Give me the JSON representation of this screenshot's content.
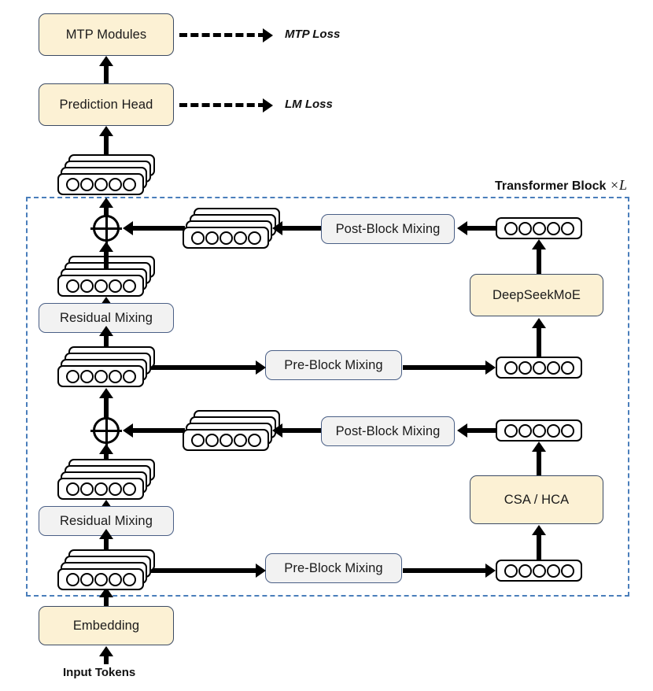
{
  "diagram": {
    "title_label": "Transformer Block",
    "title_multiplier": "×",
    "title_layers": "L",
    "input_label": "Input Tokens"
  },
  "boxes": {
    "mtp_modules": "MTP Modules",
    "prediction_head": "Prediction Head",
    "residual_mixing_upper": "Residual Mixing",
    "residual_mixing_lower": "Residual Mixing",
    "post_block_mixing_upper": "Post-Block Mixing",
    "post_block_mixing_lower": "Post-Block Mixing",
    "pre_block_mixing_upper": "Pre-Block Mixing",
    "pre_block_mixing_lower": "Pre-Block Mixing",
    "deepseek_moe": "DeepSeekMoE",
    "csa_hca": "CSA / HCA",
    "embedding": "Embedding"
  },
  "losses": {
    "mtp_loss": "MTP Loss",
    "lm_loss": "LM Loss"
  },
  "tokens": {
    "dots_per_row": 5,
    "stack_sheets": 3
  },
  "colors": {
    "cream_fill": "#FCF1D4",
    "cream_border": "#3b4a63",
    "gray_fill": "#F2F2F2",
    "gray_border": "#4a5f86",
    "dashed_region": "#4a7ebb",
    "arrow": "#000000",
    "text": "#111111"
  }
}
